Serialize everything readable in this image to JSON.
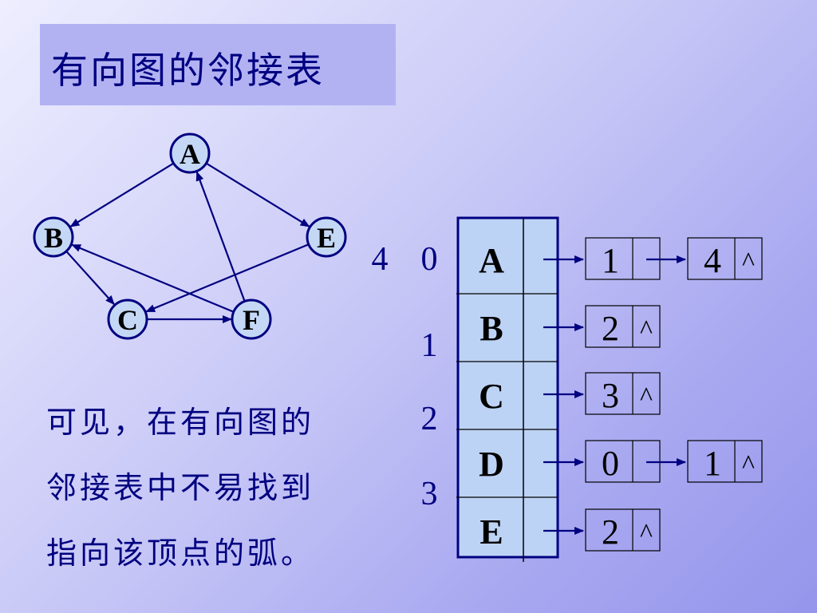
{
  "title": "有向图的邻接表",
  "caption": {
    "line1": "可见，在有向图的",
    "line2": "邻接表中不易找到",
    "line3": "指向该顶点的弧。"
  },
  "graph": {
    "nodes": [
      {
        "id": "A",
        "label": "A"
      },
      {
        "id": "B",
        "label": "B"
      },
      {
        "id": "E",
        "label": "E"
      },
      {
        "id": "C",
        "label": "C"
      },
      {
        "id": "F",
        "label": "F"
      }
    ],
    "edges": [
      {
        "from": "A",
        "to": "B"
      },
      {
        "from": "A",
        "to": "E"
      },
      {
        "from": "B",
        "to": "C"
      },
      {
        "from": "E",
        "to": "C"
      },
      {
        "from": "C",
        "to": "F"
      },
      {
        "from": "F",
        "to": "A"
      },
      {
        "from": "F",
        "to": "B"
      }
    ]
  },
  "extra_number": "4",
  "indices": [
    "0",
    "1",
    "2",
    "3"
  ],
  "vertices": [
    "A",
    "B",
    "C",
    "D",
    "E"
  ],
  "lists": [
    [
      {
        "adj": "1",
        "null": false
      },
      {
        "adj": "4",
        "null": true
      }
    ],
    [
      {
        "adj": "2",
        "null": true
      }
    ],
    [
      {
        "adj": "3",
        "null": true
      }
    ],
    [
      {
        "adj": "0",
        "null": false
      },
      {
        "adj": "1",
        "null": true
      }
    ],
    [
      {
        "adj": "2",
        "null": true
      }
    ]
  ],
  "null_symbol": "^",
  "colors": {
    "line": "#000080",
    "title_bg": "#b2b2f3",
    "node_fill": "#c4d8f6",
    "table_fill": "#bdd3f5"
  }
}
